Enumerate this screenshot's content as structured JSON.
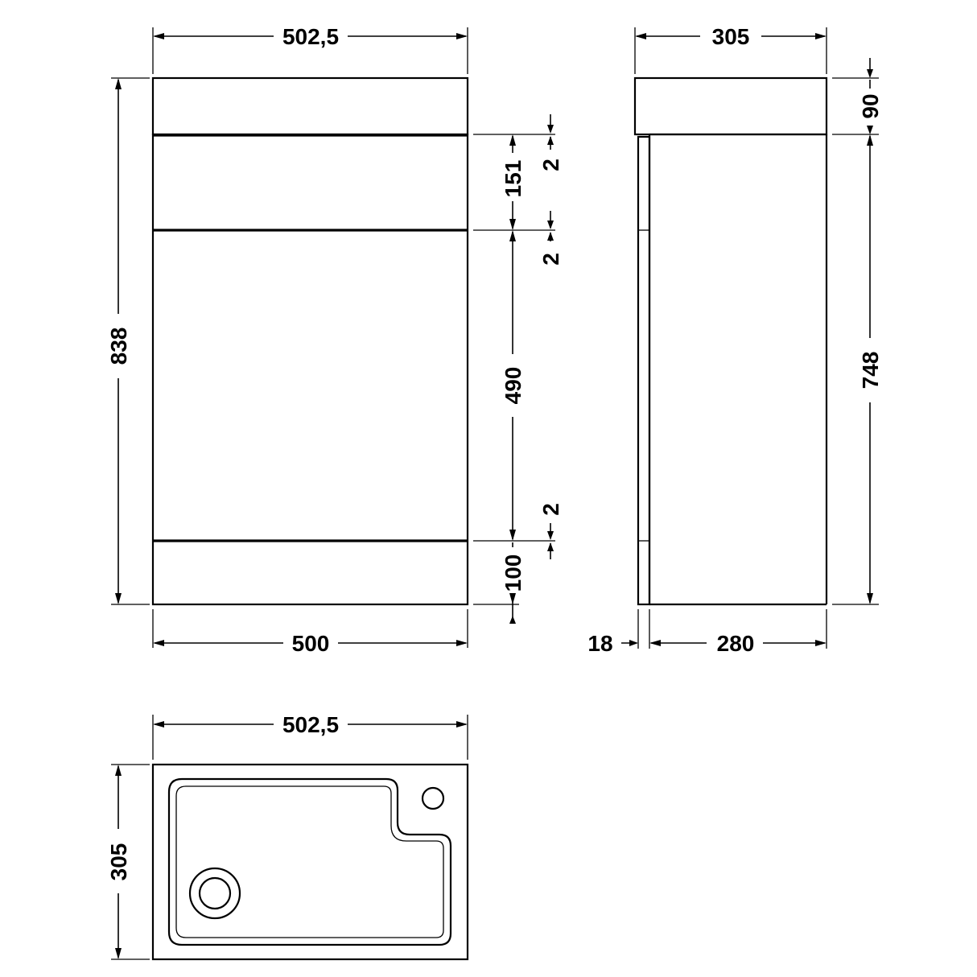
{
  "front_view": {
    "top_width": "502,5",
    "bottom_width": "500",
    "overall_height": "838",
    "drawer_height": "151",
    "door_height": "490",
    "plinth_height": "100",
    "gap_top": "2",
    "gap_middle": "2",
    "gap_bottom": "2"
  },
  "side_view": {
    "depth_top": "305",
    "basin_height": "90",
    "cabinet_height": "748",
    "door_thickness": "18",
    "carcass_depth": "280"
  },
  "top_view": {
    "width": "502,5",
    "depth": "305"
  }
}
